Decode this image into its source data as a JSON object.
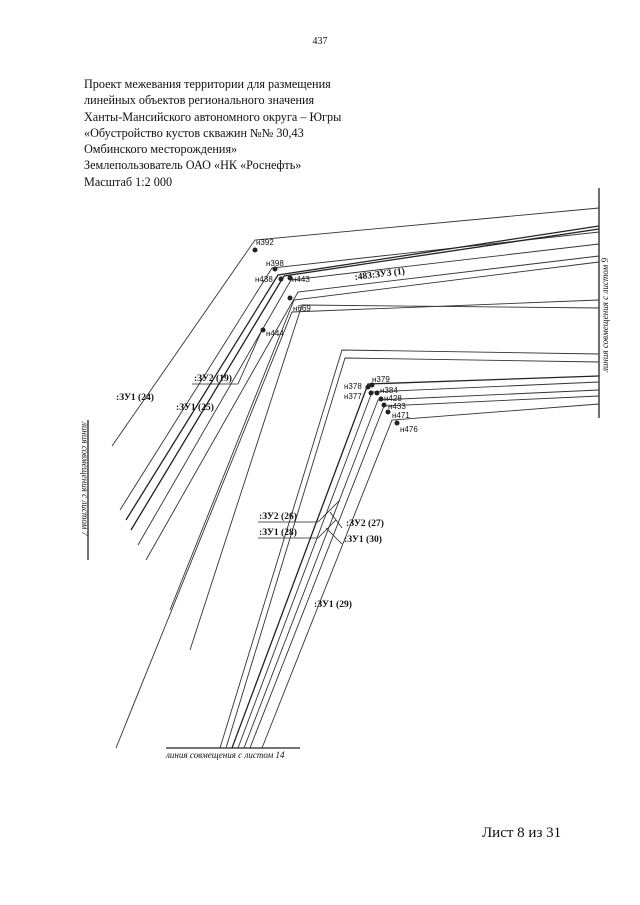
{
  "page_number": "437",
  "header_lines": [
    "Проект межевания территории для размещения",
    "линейных объектов регионального значения",
    "Ханты-Мансийского автономного округа – Югры",
    "«Обустройство кустов скважин №№ 30,43",
    "Омбинского месторождения»",
    "Землепользователь ОАО «НК «Роснефть»",
    "Масштаб 1:2 000"
  ],
  "sheet_label": "Лист 8 из 31",
  "points": [
    "н392",
    "н398",
    "н438",
    "н443",
    "н669",
    "н444",
    "н378",
    "н379",
    "н377",
    "н384",
    "н428",
    "н433",
    "н471",
    "н476"
  ],
  "parcels": [
    ":483:ЗУ3 (1)",
    ":ЗУ1 (24)",
    ":ЗУ2 (19)",
    ":ЗУ1 (25)",
    ":ЗУ2 (26)",
    ":ЗУ1 (28)",
    ":ЗУ2 (27)",
    ":ЗУ1 (30)",
    ":ЗУ1 (29)"
  ],
  "match_lines": {
    "right": "линия совмещения с листом 9",
    "left": "линия совмещения с листом 7",
    "bottom": "линия совмещения с листом 14"
  }
}
